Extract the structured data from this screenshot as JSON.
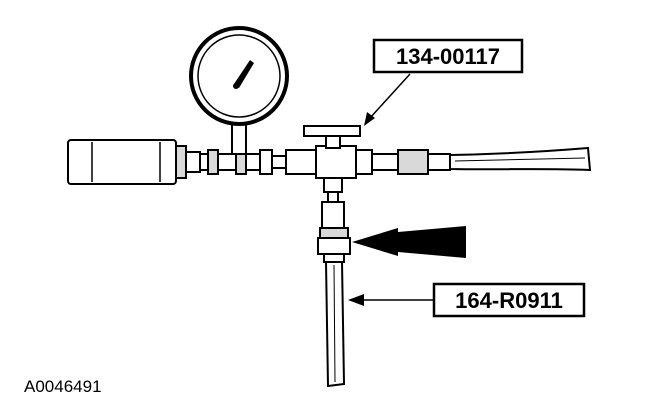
{
  "callouts": {
    "tool_top": "134-00117",
    "tool_bottom": "164-R0911"
  },
  "figure_id": "A0046491",
  "colors": {
    "ink": "#000000",
    "paper": "#ffffff",
    "shade": "#d9d9d9"
  }
}
